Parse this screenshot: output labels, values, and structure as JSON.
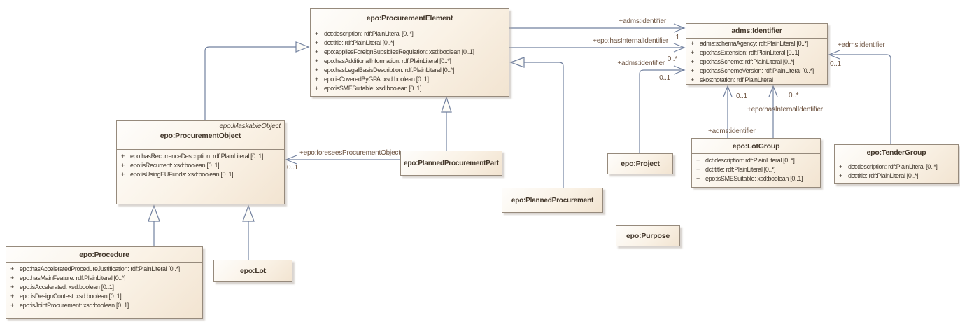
{
  "classes": {
    "procurement_element": {
      "title": "epo:ProcurementElement",
      "attributes": [
        {
          "vis": "+",
          "text": "dct:description: rdf:PlainLiteral [0..*]"
        },
        {
          "vis": "+",
          "text": "dct:title: rdf:PlainLiteral [0..*]"
        },
        {
          "vis": "+",
          "text": "epo:appliesForeignSubsidiesRegulation: xsd:boolean [0..1]"
        },
        {
          "vis": "+",
          "text": "epo:hasAdditionalInformation: rdf:PlainLiteral [0..*]"
        },
        {
          "vis": "+",
          "text": "epo:hasLegalBasisDescription: rdf:PlainLiteral [0..*]"
        },
        {
          "vis": "+",
          "text": "epo:isCoveredByGPA: xsd:boolean [0..1]"
        },
        {
          "vis": "+",
          "text": "epo:isSMESuitable: xsd:boolean [0..1]"
        }
      ]
    },
    "adms_identifier": {
      "title": "adms:Identifier",
      "attributes": [
        {
          "vis": "+",
          "text": "adms:schemaAgency: rdf:PlainLiteral [0..*]"
        },
        {
          "vis": "+",
          "text": "epo:hasExtension: rdf:PlainLiteral [0..1]"
        },
        {
          "vis": "+",
          "text": "epo:hasScheme: rdf:PlainLiteral [0..*]"
        },
        {
          "vis": "+",
          "text": "epo:hasSchemeVersion: rdf:PlainLiteral [0..*]"
        },
        {
          "vis": "+",
          "text": "skos:notation: rdf:PlainLiteral"
        }
      ]
    },
    "procurement_object": {
      "stereotype": "epo:MaskableObject",
      "title": "epo:ProcurementObject",
      "attributes": [
        {
          "vis": "+",
          "text": "epo:hasRecurrenceDescription: rdf:PlainLiteral [0..1]"
        },
        {
          "vis": "+",
          "text": "epo:isRecurrent: xsd:boolean [0..1]"
        },
        {
          "vis": "+",
          "text": "epo:isUsingEUFunds: xsd:boolean [0..1]"
        }
      ]
    },
    "procedure": {
      "title": "epo:Procedure",
      "attributes": [
        {
          "vis": "+",
          "text": "epo:hasAcceleratedProcedureJustification: rdf:PlainLiteral [0..*]"
        },
        {
          "vis": "+",
          "text": "epo:hasMainFeature: rdf:PlainLiteral [0..*]"
        },
        {
          "vis": "+",
          "text": "epo:isAccelerated: xsd:boolean [0..1]"
        },
        {
          "vis": "+",
          "text": "epo:isDesignContest: xsd:boolean [0..1]"
        },
        {
          "vis": "+",
          "text": "epo:isJointProcurement: xsd:boolean [0..1]"
        }
      ]
    },
    "lot_group": {
      "title": "epo:LotGroup",
      "attributes": [
        {
          "vis": "+",
          "text": "dct:description: rdf:PlainLiteral [0..*]"
        },
        {
          "vis": "+",
          "text": "dct:title: rdf:PlainLiteral [0..*]"
        },
        {
          "vis": "+",
          "text": "epo:isSMESuitable: xsd:boolean [0..1]"
        }
      ]
    },
    "tender_group": {
      "title": "epo:TenderGroup",
      "attributes": [
        {
          "vis": "+",
          "text": "dct:description: rdf:PlainLiteral [0..*]"
        },
        {
          "vis": "+",
          "text": "dct:title: rdf:PlainLiteral [0..*]"
        }
      ]
    },
    "planned_procurement_part": {
      "title": "epo:PlannedProcurementPart"
    },
    "planned_procurement": {
      "title": "epo:PlannedProcurement"
    },
    "project": {
      "title": "epo:Project"
    },
    "purpose": {
      "title": "epo:Purpose"
    },
    "lot": {
      "title": "epo:Lot"
    }
  },
  "connectors": {
    "pe_adms_identifier": {
      "label": "+adms:identifier",
      "multiplicity": "1"
    },
    "pe_internal_identifier": {
      "label": "+epo:hasInternalIdentifier",
      "multiplicity": "0..*"
    },
    "project_adms_identifier": {
      "label": "+adms:identifier",
      "multiplicity": "0..1"
    },
    "lotgroup_adms_identifier": {
      "label": "+adms:identifier",
      "multiplicity": "0..1"
    },
    "lotgroup_internal_identifier": {
      "label": "+epo:hasInternalIdentifier",
      "multiplicity": "0..*"
    },
    "tendergroup_adms_identifier": {
      "label": "+adms:identifier",
      "multiplicity": "0..1"
    },
    "ppp_foresees_procurement_object": {
      "label": "+epo:foreseesProcurementObject",
      "multiplicity": "0..1"
    }
  },
  "colors": {
    "box_fill_light": "#fefdfb",
    "box_fill_dark": "#f2e4d1",
    "box_border": "#968a7c",
    "connector_line": "#72819f",
    "connector_label": "#6d5340",
    "attribute_text": "#3f362c"
  }
}
